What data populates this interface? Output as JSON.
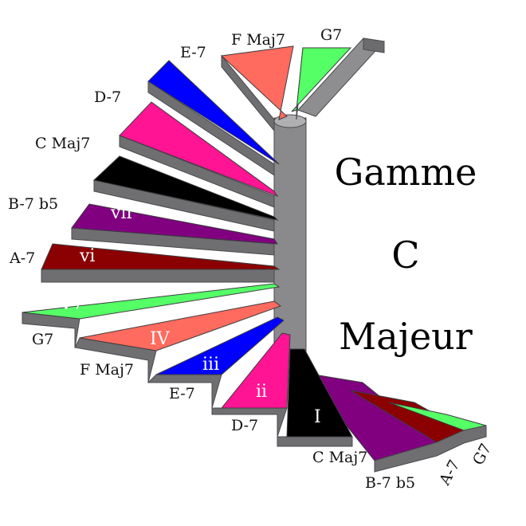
{
  "title": {
    "line1": "Gamme",
    "line2": "C",
    "line3": "Majeur"
  },
  "colors": {
    "I": "#000000",
    "ii": "#ff1493",
    "iii": "#0000ff",
    "IV": "#ff6b5e",
    "V7": "#55ff66",
    "vi": "#8b0000",
    "vii": "#800080"
  },
  "steps": [
    {
      "numeral": "I",
      "chord": "C Maj7",
      "color": "#000000"
    },
    {
      "numeral": "ii",
      "chord": "D-7",
      "color": "#ff1493"
    },
    {
      "numeral": "iii",
      "chord": "E-7",
      "color": "#0000ff"
    },
    {
      "numeral": "IV",
      "chord": "F Maj7",
      "color": "#ff6b5e"
    },
    {
      "numeral": "V7",
      "chord": "G7",
      "color": "#55ff66"
    },
    {
      "numeral": "vi",
      "chord": "A-7",
      "color": "#8b0000"
    },
    {
      "numeral": "vii",
      "chord": "B-7 b5",
      "color": "#800080"
    },
    {
      "numeral": "",
      "chord": "C Maj7",
      "color": "#000000"
    },
    {
      "numeral": "",
      "chord": "D-7",
      "color": "#ff1493"
    },
    {
      "numeral": "",
      "chord": "E-7",
      "color": "#0000ff"
    },
    {
      "numeral": "",
      "chord": "F Maj7",
      "color": "#ff6b5e"
    },
    {
      "numeral": "",
      "chord": "G7",
      "color": "#55ff66"
    }
  ],
  "bottom_steps": [
    {
      "chord": "B-7 b5",
      "color": "#800080"
    },
    {
      "chord": "A-7",
      "color": "#8b0000"
    },
    {
      "chord": "G7",
      "color": "#55ff66"
    }
  ]
}
